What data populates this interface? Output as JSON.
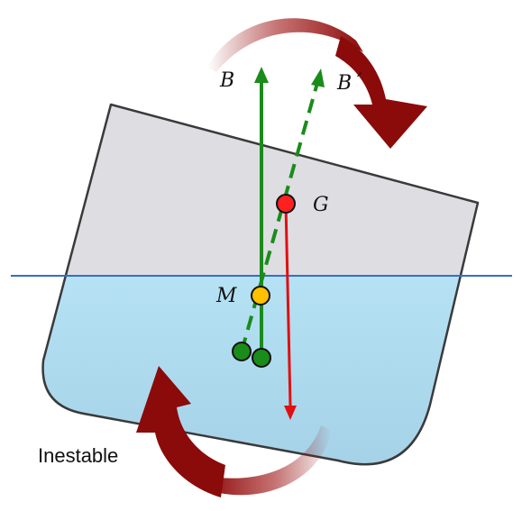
{
  "labels": {
    "buoyancy": "B",
    "buoyancy_heeled": "B´",
    "center_of_gravity": "G",
    "metacenter": "M",
    "caption": "Inestable"
  },
  "colors": {
    "buoyancy_arrow": "#1a8c1a",
    "gravity_arrow": "#e01010",
    "gravity_point": "#ff2020",
    "metacenter_point": "#ffc000",
    "waterline": "#2f6fd0",
    "hull_outline": "#3a3a3a",
    "hull_above_water": "#dedde2",
    "water_top": "#bfeefe",
    "water_bottom": "#a8d4ea",
    "rotation_arrow": "#8b0a0a"
  }
}
